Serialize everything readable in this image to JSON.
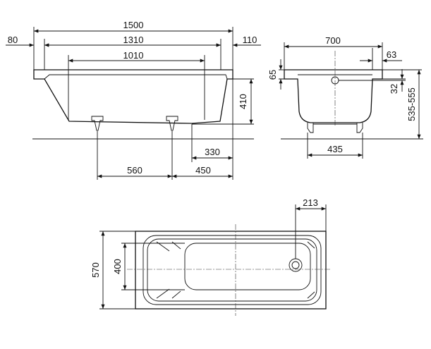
{
  "side_view": {
    "overall_length": "1500",
    "left_rim": "80",
    "inner_length": "1310",
    "right_rim": "110",
    "bottom_length": "1010",
    "depth": "410",
    "leg_to_edge": "330",
    "leg_spacing": "560",
    "leg_to_end": "450"
  },
  "end_view": {
    "overall_width": "700",
    "drain_offset": "63",
    "rim_height": "65",
    "drain_height": "32",
    "total_height": "535-555",
    "feet_width": "435"
  },
  "top_view": {
    "drain_position": "213",
    "outer_width": "570",
    "bottom_width": "400"
  },
  "colors": {
    "line": "#111111",
    "background": "#ffffff",
    "fill": "#ffffff"
  }
}
